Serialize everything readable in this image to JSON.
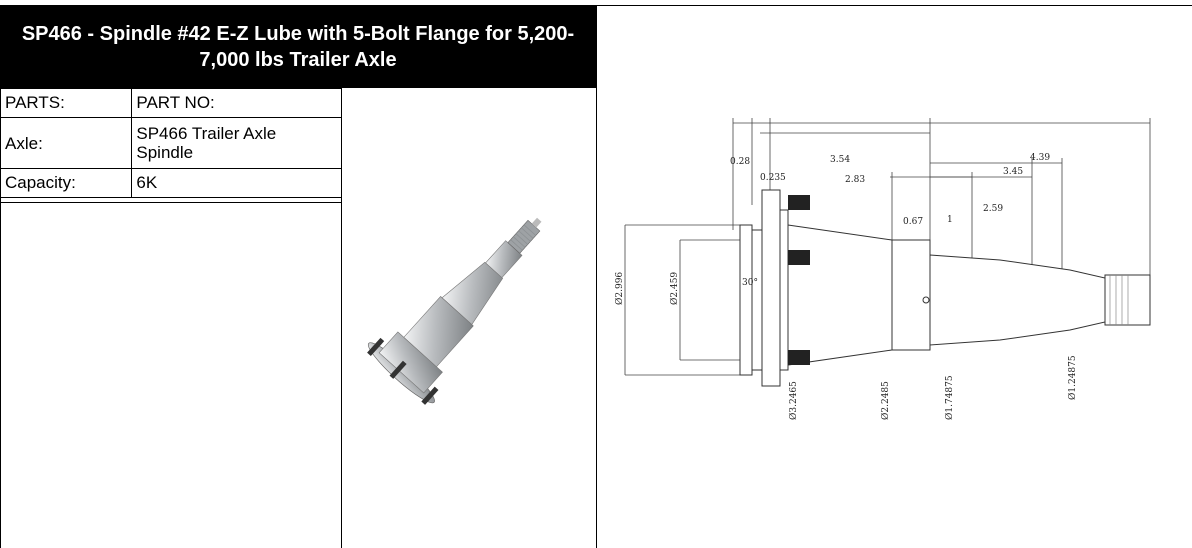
{
  "product": {
    "title": "SP466 - Spindle #42 E-Z Lube with 5-Bolt Flange for 5,200-7,000 lbs Trailer Axle"
  },
  "table": {
    "headers": [
      "PARTS:",
      "PART NO:"
    ],
    "rows": [
      {
        "label": "Axle:",
        "value": "SP466 Trailer Axle Spindle"
      },
      {
        "label": "Capacity:",
        "value": "6K"
      }
    ]
  },
  "drawing": {
    "dimensions": [
      "0.28",
      "3.54",
      "0.235",
      "2.83",
      "4.39",
      "3.45",
      "2.59",
      "0.67",
      "1",
      "30°"
    ],
    "diameters": [
      "Ø2.996",
      "Ø2.459",
      "Ø3.2465",
      "Ø2.2485",
      "Ø1.74875",
      "Ø1.24875"
    ]
  },
  "colors": {
    "title_bg": "#000000",
    "title_text": "#ffffff",
    "metal": "#c9ccce"
  }
}
